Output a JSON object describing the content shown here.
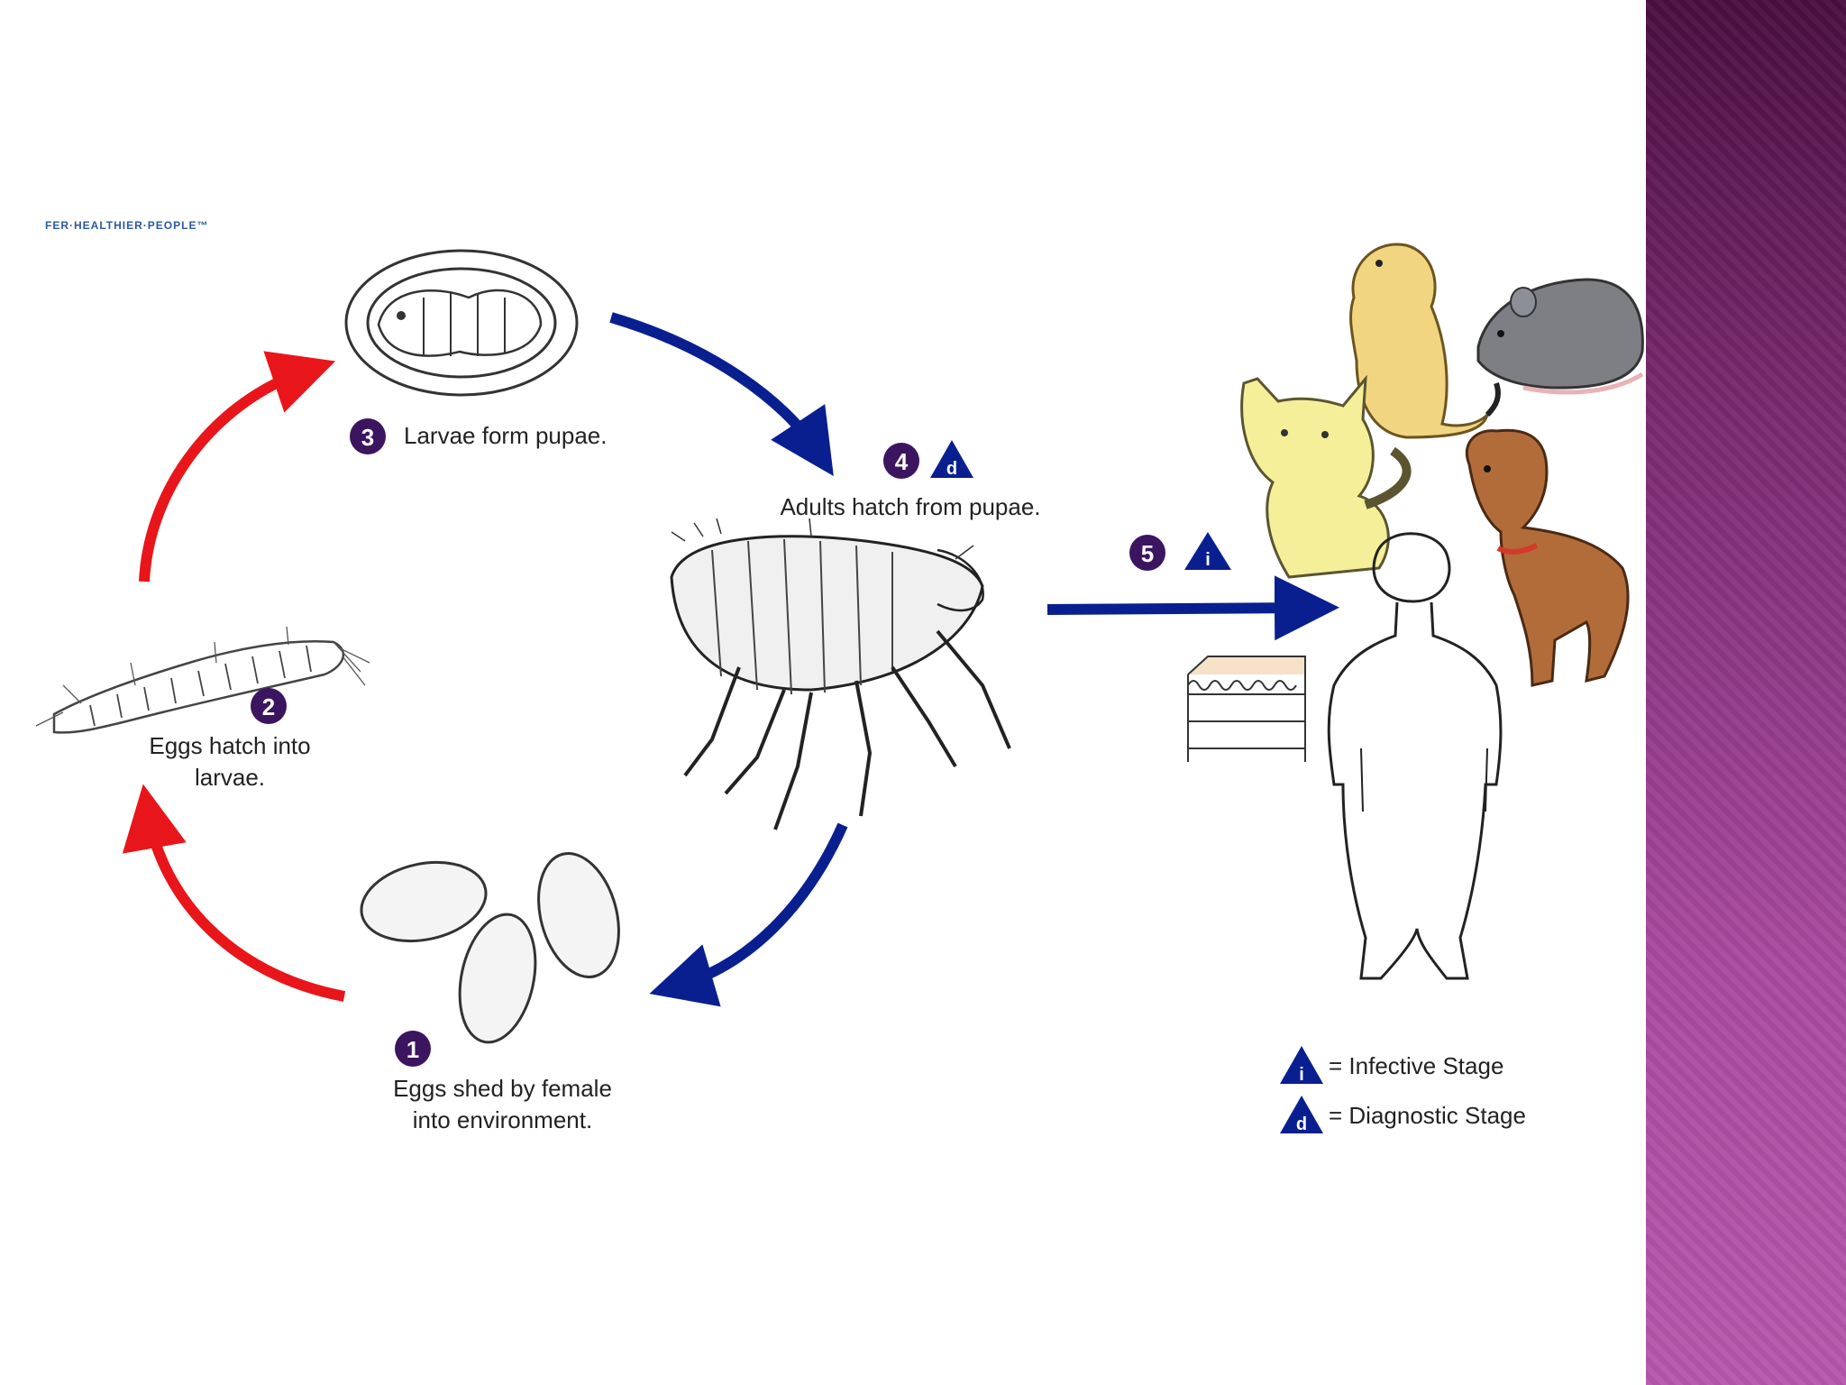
{
  "logo_text": "FER·HEALTHIER·PEOPLE™",
  "steps": [
    {
      "num": "1",
      "text_lines": [
        "Eggs shed by female",
        "into environment."
      ]
    },
    {
      "num": "2",
      "text_lines": [
        "Eggs hatch into",
        "larvae."
      ]
    },
    {
      "num": "3",
      "text_lines": [
        "Larvae form pupae."
      ]
    },
    {
      "num": "4",
      "text_lines": [
        "Adults hatch from pupae."
      ],
      "stage": "d"
    },
    {
      "num": "5",
      "text_lines": [],
      "stage": "i"
    }
  ],
  "legend": [
    {
      "symbol": "i",
      "text": "= Infective Stage"
    },
    {
      "symbol": "d",
      "text": "= Diagnostic Stage"
    }
  ],
  "colors": {
    "arrow_red": "#e8161a",
    "arrow_blue": "#0a1f8f",
    "step_circle": "#3b1560",
    "stage_triangle": "#0a1f8f",
    "purple_bar": "#9b3f93"
  },
  "icons": [
    "egg-icon",
    "larva-icon",
    "pupa-icon",
    "flea-icon",
    "prairie-dog-icon",
    "rat-icon",
    "cat-icon",
    "dog-icon",
    "human-silhouette-icon",
    "skin-section-icon"
  ]
}
